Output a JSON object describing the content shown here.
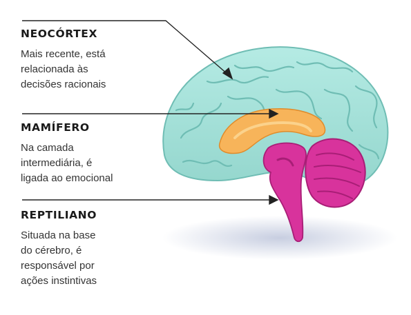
{
  "colors": {
    "cortex": "#a7e3dc",
    "cortex_dark": "#6fbdb4",
    "mammalian": "#f7b45a",
    "reptilian": "#d8339c",
    "reptilian_dark": "#a81e76",
    "leader_line": "#222222"
  },
  "labels": [
    {
      "title": "NEOCÓRTEX",
      "lines": [
        "Mais recente, está",
        "relacionada às",
        "decisões racionais"
      ]
    },
    {
      "title": "MAMÍFERO",
      "lines": [
        "Na camada",
        "intermediária, é",
        "ligada ao emocional"
      ]
    },
    {
      "title": "REPTILIANO",
      "lines": [
        "Situada na base",
        "do cérebro, é",
        "responsável por",
        "ações instintivas"
      ]
    }
  ]
}
